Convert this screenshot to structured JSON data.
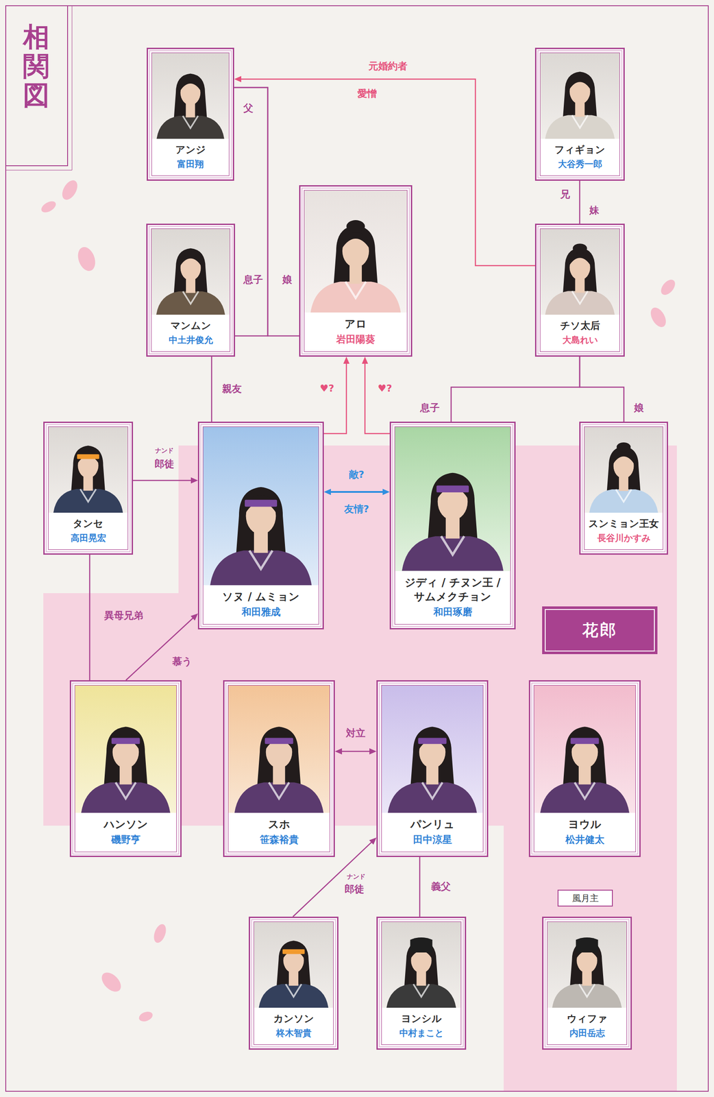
{
  "diagram": {
    "title": "相関図",
    "nodes": [
      {
        "text": [
          "アンジ",
          "富田翔"
        ]
      },
      {
        "text": [
          "フィギョン",
          "大谷秀一郎"
        ]
      },
      {
        "text": [
          "マンムン",
          "中土井俊允"
        ]
      },
      {
        "text": [
          "アロ",
          "岩田陽葵"
        ]
      },
      {
        "text": [
          "チソ太后",
          "大島れい"
        ]
      },
      {
        "text": [
          "タンセ",
          "高田晃宏"
        ]
      },
      {
        "text": [
          "ソヌ / ムミョン",
          "和田雅成"
        ]
      },
      {
        "text": [
          "ジディ / チヌン王 / サムメクチョン",
          "和田琢磨"
        ]
      },
      {
        "text": [
          "スンミョン王女",
          "長谷川かすみ"
        ]
      },
      {
        "text": [
          "花郎"
        ]
      },
      {
        "text": [
          "ハンソン",
          "磯野亨"
        ]
      },
      {
        "text": [
          "スホ",
          "笹森裕貴"
        ]
      },
      {
        "text": [
          "パンリュ",
          "田中涼星"
        ]
      },
      {
        "text": [
          "ヨウル",
          "松井健太"
        ]
      },
      {
        "text": [
          "カンソン",
          "柊木智貴"
        ]
      },
      {
        "text": [
          "ヨンシル",
          "中村まこと"
        ]
      },
      {
        "text": [
          "風月主",
          "ウィファ",
          "内田岳志"
        ]
      }
    ],
    "edges": [
      {
        "from": 4,
        "to": 0,
        "arrow": "to",
        "label": "元婚約者"
      },
      {
        "from": 0,
        "to": 2,
        "arrow": "none",
        "label": "息子"
      },
      {
        "from": 0,
        "to": 3,
        "arrow": "none",
        "label": "娘"
      },
      {
        "from": 1,
        "to": 4,
        "arrow": "none",
        "label": "兄"
      },
      {
        "from": 4,
        "to": 7,
        "arrow": "none",
        "label": "息子"
      },
      {
        "from": 4,
        "to": 8,
        "arrow": "none",
        "label": "娘"
      },
      {
        "from": 2,
        "to": 6,
        "arrow": "none",
        "label": "親友"
      },
      {
        "from": 6,
        "to": 3,
        "arrow": "to",
        "label": "♥?"
      },
      {
        "from": 7,
        "to": 3,
        "arrow": "to",
        "label": "♥?"
      },
      {
        "from": 6,
        "to": 7,
        "arrow": "both",
        "label": "敵?"
      },
      {
        "from": 5,
        "to": 6,
        "arrow": "to",
        "label": "郎徒"
      },
      {
        "from": 5,
        "to": 10,
        "arrow": "none",
        "label": "異母兄弟"
      },
      {
        "from": 10,
        "to": 6,
        "arrow": "to",
        "label": "慕う"
      },
      {
        "from": 11,
        "to": 12,
        "arrow": "both",
        "label": "対立"
      },
      {
        "from": 14,
        "to": 12,
        "arrow": "to",
        "label": "郎徒"
      },
      {
        "from": 12,
        "to": 15,
        "arrow": "none",
        "label": "義父"
      }
    ],
    "labels": [
      "愛憎",
      "父",
      "妹",
      "友情?",
      "ナンド",
      "ナンド"
    ]
  }
}
